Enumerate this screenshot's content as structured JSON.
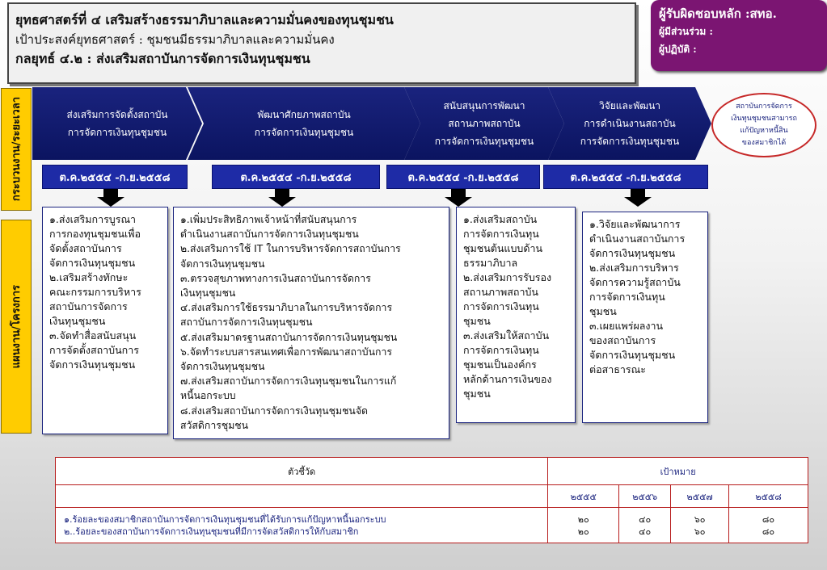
{
  "header": {
    "strategy_title": "ยุทธศาสตร์ที่ ๔ เสริมสร้างธรรมาภิบาลและความมั่นคงของทุนชุมชน",
    "purpose": "เป้าประสงค์ยุทธศาสตร์ : ชุมชนมีธรรมาภิบาลและความมั่นคง",
    "tactic": "กลยุทธ์ ๔.๒ : ส่งเสริมสถาบันการจัดการเงินทุนชุมชน"
  },
  "responsibility": {
    "main": "ผู้รับผิดชอบหลัก :สทอ.",
    "participants": "ผู้มีส่วนร่วม :",
    "operators": "ผู้ปฏิบัติ :"
  },
  "side_labels": {
    "process": "กระบวนงาน/ระยะเวลา",
    "plan": "แผนงาน/โครงการ"
  },
  "process_steps": [
    {
      "label": "ส่งเสริมการจัดตั้งสถาบัน\nการจัดการเงินทุนชุมชน",
      "period": "ต.ค.๒๕๕๔ -ก.ย.๒๕๕๘"
    },
    {
      "label": "พัฒนาศักยภาพสถาบัน\nการจัดการเงินทุนชุมชน",
      "period": "ต.ค.๒๕๕๔ -ก.ย.๒๕๕๘"
    },
    {
      "label": "สนับสนุนการพัฒนา\nสถานภาพสถาบัน\nการจัดการเงินทุนชุมชน",
      "period": "ต.ค.๒๕๕๔ -ก.ย.๒๕๕๘"
    },
    {
      "label": "วิจัยและพัฒนา\nการดำเนินงานสถาบัน\nการจัดการเงินทุนชุมชน",
      "period": "ต.ค.๒๕๕๔ -ก.ย.๒๕๕๘"
    }
  ],
  "outcome": "สถาบันการจัดการ\nเงินทุนชุมชนสามารถ\nแก้ปัญหาหนี้สิน\nของสมาชิกได้",
  "projects": [
    "๑.ส่งเสริมการบูรณา\nการกองทุนชุมชนเพื่อ\nจัดตั้งสถาบันการ\nจัดการเงินทุนชุมชน\n๒.เสริมสร้างทักษะ\nคณะกรรมการบริหาร\nสถาบันการจัดการ\nเงินทุนชุมชน\n๓.จัดทำสื่อสนับสนุน\nการจัดตั้งสถาบันการ\nจัดการเงินทุนชุมชน",
    "๑.เพิ่มประสิทธิภาพเจ้าหน้าที่สนับสนุนการ\nดำเนินงานสถาบันการจัดการเงินทุนชุมชน\n๒.ส่งเสริมการใช้ IT ในการบริหารจัดการสถาบันการ\nจัดการเงินทุนชุมชน\n๓.ตรวจสุขภาพทางการเงินสถาบันการจัดการ\nเงินทุนชุมชน\n๔.ส่งเสริมการใช้ธรรมาภิบาลในการบริหารจัดการ\nสถาบันการจัดการเงินทุนชุมชน\n๕.ส่งเสริมมาตรฐานสถาบันการจัดการเงินทุนชุมชน\n๖.จัดทำระบบสารสนเทศเพื่อการพัฒนาสถาบันการ\nจัดการเงินทุนชุมชน\n๗.ส่งเสริมสถาบันการจัดการเงินทุนชุมชนในการแก้\nหนี้นอกระบบ\n๘.ส่งเสริมสถาบันการจัดการเงินทุนชุมชนจัด\nสวัสดิการชุมชน",
    "๑.ส่งเสริมสถาบัน\nการจัดการเงินทุน\nชุมชนต้นแบบด้าน\nธรรมาภิบาล\n๒.ส่งเสริมการรับรอง\nสถานภาพสถาบัน\nการจัดการเงินทุน\nชุมชน\n๓.ส่งเสริมให้สถาบัน\nการจัดการเงินทุน\nชุมชนเป็นองค์กร\nหลักด้านการเงินของ\nชุมชน",
    "๑.วิจัยและพัฒนาการ\nดำเนินงานสถาบันการ\nจัดการเงินทุนชุมชน\n๒.ส่งเสริมการบริหาร\nจัดการความรู้สถาบัน\nการจัดการเงินทุน\nชุมชน\n๓.เผยแพร่ผลงาน\nของสถาบันการ\nจัดการเงินทุนชุมชน\nต่อสาธารณะ"
  ],
  "kpi": {
    "indicator_header": "ตัวชี้วัด",
    "target_header": "เป้าหมาย",
    "years": [
      "๒๕๕๕",
      "๒๕๕๖",
      "๒๕๕๗",
      "๒๕๕๘"
    ],
    "indicators": "๑.ร้อยละของสมาชิกสถาบันการจัดการเงินทุนชุมชนที่ได้รับการแก้ปัญหาหนี้นอกระบบ\n๒..ร้อยละของสถาบันการจัดการเงินทุนชุมชนที่มีการจัดสวัสดิการให้กับสมาชิก",
    "values": [
      "๒๐\n๒๐",
      "๔๐\n๔๐",
      "๖๐\n๖๐",
      "๘๐\n๘๐"
    ]
  }
}
